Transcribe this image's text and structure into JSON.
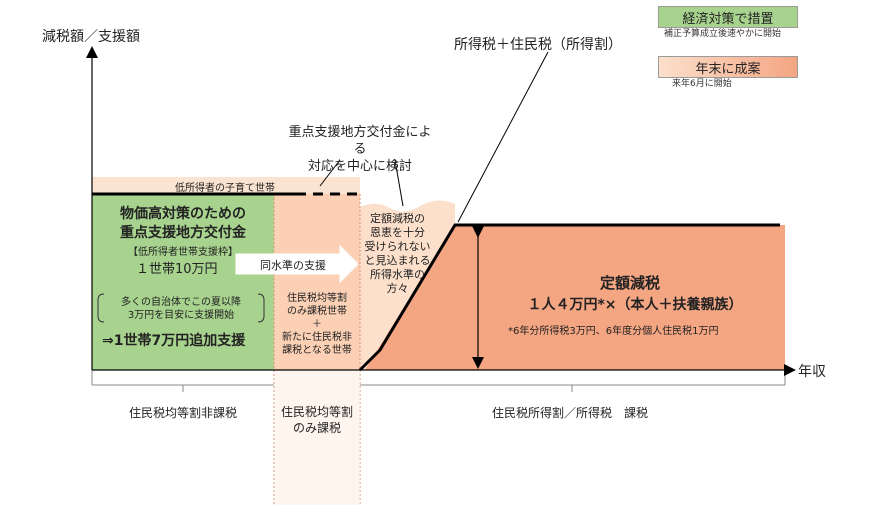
{
  "axes": {
    "y_label": "減税額／支援額",
    "x_label": "年収"
  },
  "legend": {
    "green_title": "経済対策で措置",
    "green_note": "補正予算成立後速やかに開始",
    "orange_title": "年末に成案",
    "orange_note": "来年6月に開始",
    "green_color": "#a8d38f",
    "orange_color": "#f4a582"
  },
  "top_band": {
    "label": "低所得者の子育て世帯"
  },
  "green_region": {
    "title_line1": "物価高対策のための",
    "title_line2": "重点支援地方交付金",
    "subtitle": "【低所得者世帯支援枠】",
    "amount": "１世帯10万円",
    "note_line1": "多くの自治体でこの夏以降",
    "note_line2": "3万円を目安に支援開始",
    "additional": "⇒1世帯7万円追加支援"
  },
  "arrow_label": "同水準の支援",
  "middle_region": {
    "line1": "住民税均等割",
    "line2": "のみ課税世帯",
    "line3": "＋",
    "line4": "新たに住民税非",
    "line5": "課税となる世帯"
  },
  "callout_top": {
    "line1": "重点支援地方交付金による",
    "line2": "対応を中心に検討"
  },
  "wavy_region": {
    "line1": "定額減税の",
    "line2": "恩恵を十分",
    "line3": "受けられない",
    "line4": "と見込まれる",
    "line5": "所得水準の",
    "line6": "方々"
  },
  "tax_curve_label": "所得税＋住民税（所得割）",
  "main_region": {
    "title": "定額減税",
    "amount": "１人４万円*×（本人＋扶養親族）",
    "note": "*6年分所得税3万円、6年度分個人住民税1万円"
  },
  "bottom_labels": {
    "left": "住民税均等割非課税",
    "middle_line1": "住民税均等割",
    "middle_line2": "のみ課税",
    "right": "住民税所得割／所得税　課税"
  }
}
